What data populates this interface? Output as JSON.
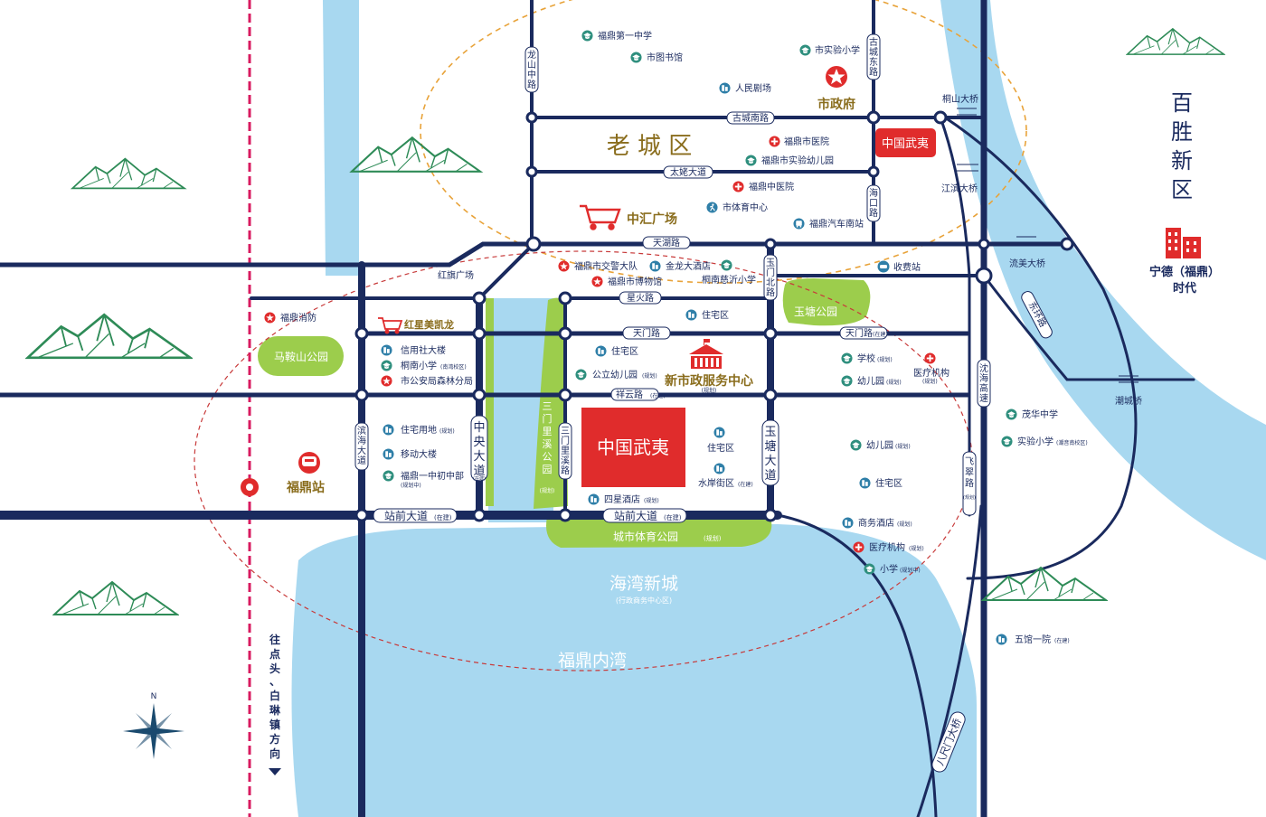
{
  "districts": {
    "old_city": "老 城 区",
    "baisheng": [
      "百",
      "胜",
      "新",
      "区"
    ],
    "haiwan": "海湾新城",
    "haiwan_sub": "(行政商务中心区)",
    "inner_bay": "福鼎内湾"
  },
  "project": {
    "label": "中国武夷",
    "tag": "中国武夷"
  },
  "landmarks": {
    "city_gov": "市政府",
    "zhonghui": "中汇广场",
    "hongxing": "红星美凯龙",
    "new_gov_center": "新市政服务中心",
    "new_gov_center_sub": "(规划)",
    "station": "福鼎站",
    "ningde_1": "宁德（福鼎）",
    "ningde_2": "时代",
    "direction": [
      "往",
      "点",
      "头",
      "、",
      "白",
      "琳",
      "镇",
      "方",
      "向"
    ],
    "north": "N"
  },
  "parks": {
    "maanshan": "马鞍山公园",
    "yutang": "玉塘公园",
    "sports_park": "城市体育公园",
    "sports_park_sub": "(规划)",
    "sanmen_park": [
      "三",
      "门",
      "里",
      "溪",
      "公",
      "园"
    ],
    "sanmen_park_sub": "(规划)"
  },
  "roads": {
    "gucheng_nan": "古城南路",
    "taimu": "太姥大道",
    "tianhu": "天湖路",
    "xinghuo": "星火路",
    "tianmen": "天门路",
    "tianmen_e": "天门路",
    "xiangyun": "祥云路",
    "xiangyun_sub": "(在建)",
    "zhanqian_w": "站前大道",
    "zhanqian_e": "站前大道",
    "in_build": "(在建)",
    "sanmenlixi": "三 门 里 溪",
    "longshan": [
      "龙",
      "山",
      "中",
      "路"
    ],
    "guchengdong": [
      "古",
      "城",
      "东",
      "路"
    ],
    "haikou": [
      "海",
      "口",
      "路"
    ],
    "yumenbei": [
      "玉",
      "门",
      "北",
      "路"
    ],
    "yutang_dadao": [
      "玉",
      "塘",
      "大",
      "道"
    ],
    "zhongyang": [
      "中",
      "央",
      "大",
      "道"
    ],
    "zhongyang_sub": "(在建)",
    "binhai": [
      "滨",
      "海",
      "大",
      "道"
    ],
    "sanmen_road": [
      "三",
      "门",
      "里",
      "溪",
      "路"
    ],
    "feicui": [
      "飞",
      "翠",
      "路"
    ],
    "feicui_sub": "(规划)",
    "shenhai": [
      "沈",
      "海",
      "高",
      "速"
    ],
    "tongshan_bridge": "桐山大桥",
    "jiangbin_bridge": "江滨大桥",
    "liumei_bridge": "流美大桥",
    "chaocheng_bridge": "潮城桥",
    "bachimen_bridge": "八尺门大桥",
    "east_ring": "东环路",
    "toll": "收费站",
    "hongqiao_sq": "红旗广场"
  },
  "pois": {
    "no1_middle": "福鼎第一中学",
    "library": "市图书馆",
    "exp_primary": "市实验小学",
    "theatre": "人民剧场",
    "city_hospital": "福鼎市医院",
    "exp_kinder": "福鼎市实验幼儿园",
    "tcm_hospital": "福鼎中医院",
    "sports_center": "市体育中心",
    "bus_south": "福鼎汽车南站",
    "traffic_police": "福鼎市交警大队",
    "jinlong_hotel": "金龙大酒店",
    "museum": "福鼎市博物馆",
    "tongnan_cixian": "桐南慈沂小学",
    "fire": "福鼎消防",
    "credit_bldg": "信用社大楼",
    "tongnan_primary": "桐南小学",
    "tongnan_primary_sub": "(南湾校区)",
    "forest_police": "市公安局森林分局",
    "residential_land": "住宅用地",
    "mobile_bldg": "移动大楼",
    "no1_junior": "福鼎一中初中部",
    "no1_junior_sub": "(规划中)",
    "res_1": "住宅区",
    "res_2": "住宅区",
    "res_3": "住宅区",
    "res_4": "住宅区",
    "public_kinder": "公立幼儿园",
    "four_star": "四星酒店",
    "waterfront": "水岸街区",
    "school": "学校",
    "kinder_e": "幼儿园",
    "medical_e": "医疗机构",
    "maohua": "茂华中学",
    "exp_primary_e": "实验小学",
    "exp_primary_e_sub": "(潮音南校区)",
    "kinder_e2": "幼儿园",
    "biz_hotel": "商务酒店",
    "medical_e2": "医疗机构",
    "primary_e": "小学",
    "primary_e_sub": "(规划中)",
    "wuguan": "五馆一院",
    "planned": "(规划)",
    "in_build": "(在建)"
  },
  "colors": {
    "road": "#1a2a5e",
    "water": "#a8d8f0",
    "park": "#9ccd4c",
    "accent": "#e02c2c",
    "gold": "#8a6d1d",
    "rail": "#d81b60",
    "mountain": "#2e8b57",
    "ring_old": "#e8a33a",
    "ring_new": "#c83a3a"
  }
}
